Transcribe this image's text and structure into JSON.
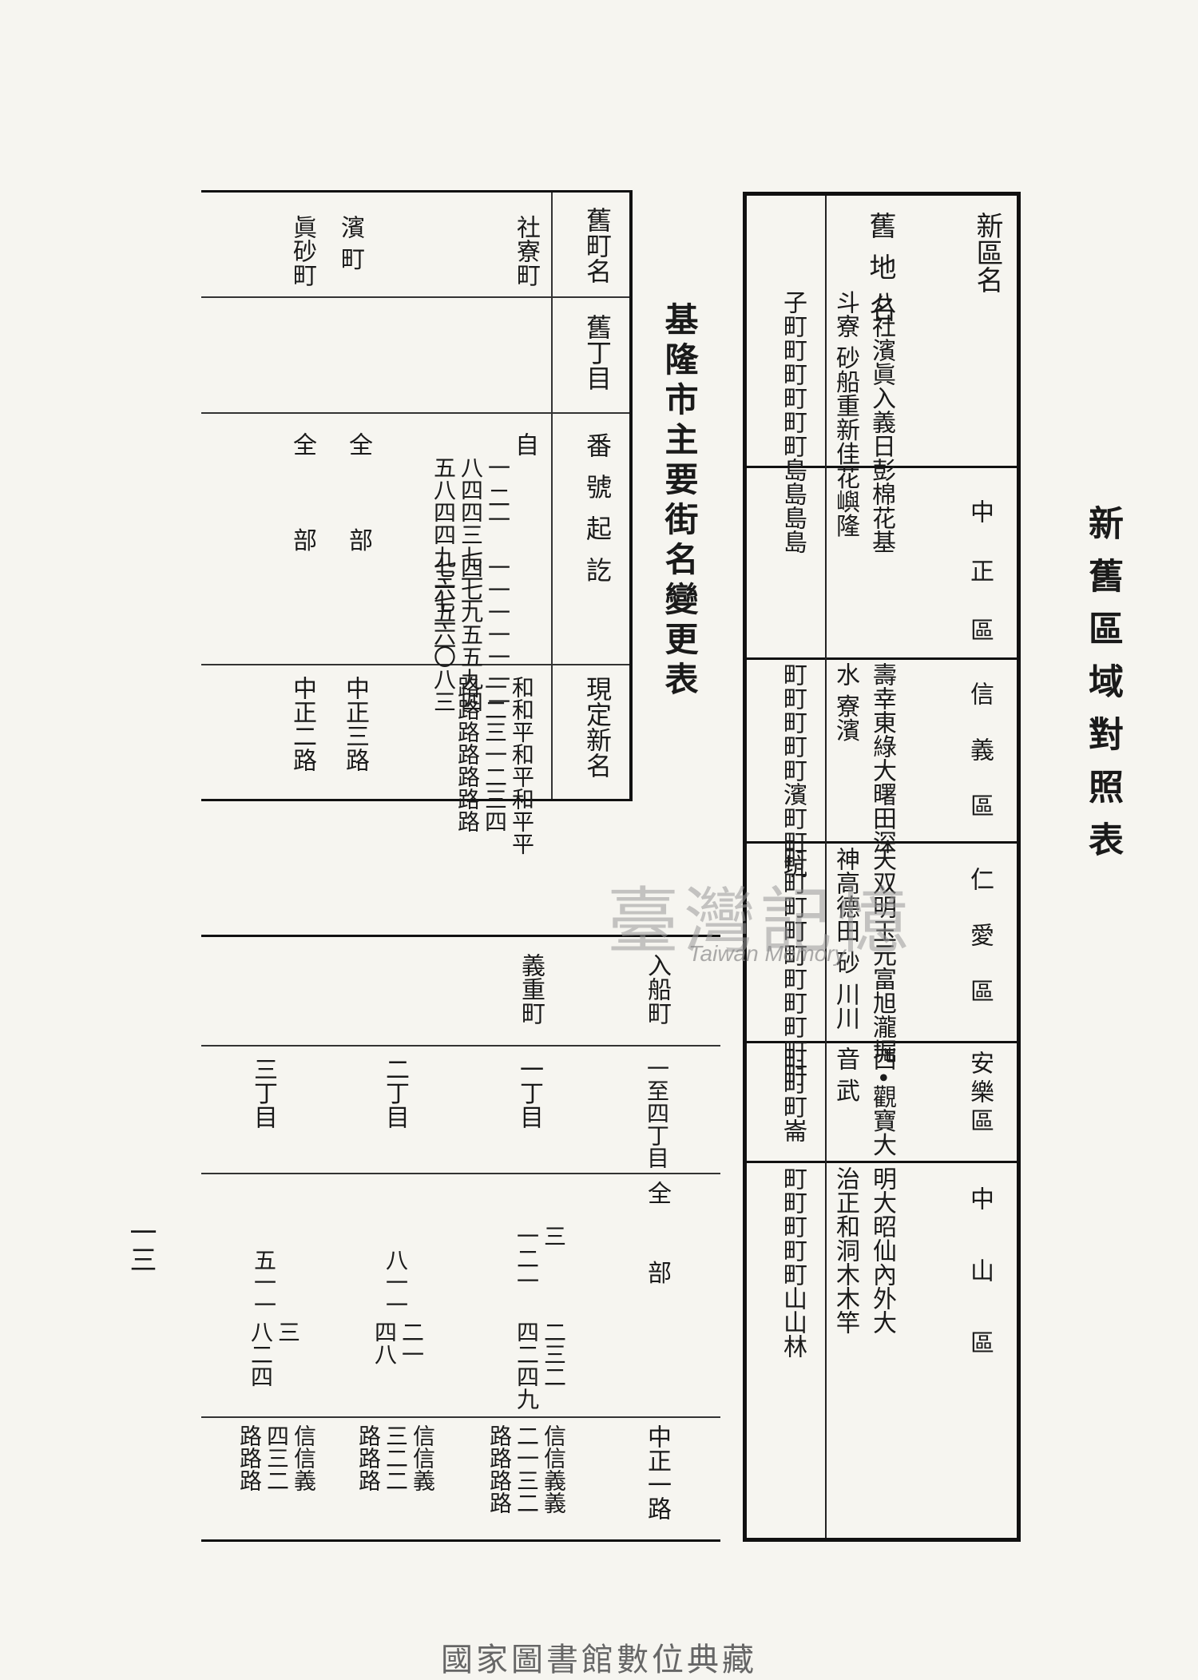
{
  "title_right": "新舊區域對照表",
  "title_left": "基隆市主要街名變更表",
  "table1": {
    "header_new": "新區名",
    "header_old": "舊地名",
    "districts": [
      {
        "name": "中正區",
        "names": "八社濱眞入義日彭棉花基",
        "sub": "斗寮 砂船重新佳花嶼隆",
        "tail": "子町町町町町町島島島島"
      },
      {
        "name": "信義區",
        "names": "壽幸東綠大曙田深",
        "sub": "水 寮濱",
        "tail": "町町町町町濱町町坑"
      },
      {
        "name": "仁愛區",
        "names": "天双明玉元富旭瀧堀",
        "sub": "神高德田 砂 川川",
        "tail": "町町町町町町町町町町"
      },
      {
        "name": "安樂區",
        "names": "西•觀寶大",
        "sub": "音 武",
        "tail": "町町町崙"
      },
      {
        "name": "中山區",
        "names": "明大昭仙內外大",
        "sub": "治正和洞木木竿",
        "tail": "町町町町町山山林"
      }
    ]
  },
  "table2": {
    "headers": [
      "舊町名",
      "舊丁目",
      "番號起訖",
      "現定新名"
    ],
    "rows": [
      {
        "old": "社寮町",
        "chome": "",
        "range_from": "自",
        "range_a": "一 二一\n八四四三七一一\n五八四四九三七一一",
        "range_b": "一一一一一一一\n四七九五五九四\n七六五六〇八三",
        "new": "和和平和平和平平\n一二三一二三四\n路路路路路路路"
      },
      {
        "old": "濱 町",
        "chome": "",
        "range": "全 部",
        "new": "中正三路"
      },
      {
        "old": "眞砂町",
        "chome": "",
        "range": "全 部",
        "new": "中正二路"
      }
    ]
  },
  "table3": {
    "rows": [
      {
        "old": "入船町",
        "chome": "一至四丁目",
        "range": "全 部",
        "new": "中正一路"
      },
      {
        "old": "義重町",
        "chome": "一丁目",
        "range_a": "三\n一二一",
        "range_b": "二三二\n四二四九",
        "new": "信信義義\n二一三二\n路路路路"
      },
      {
        "old": "",
        "chome": "二丁目",
        "range_a": "八一一",
        "range_b": "二一\n四八",
        "new": "信信義\n三二二\n路路路"
      },
      {
        "old": "",
        "chome": "三丁目",
        "range_a": "五一一",
        "range_b": "三\n八二四",
        "new": "信信義\n四三二\n路路路"
      }
    ]
  },
  "watermark": "臺灣記憶",
  "watermark_sub": "Taiwan Memory",
  "page_number": "一三",
  "footer": "國家圖書館數位典藏"
}
